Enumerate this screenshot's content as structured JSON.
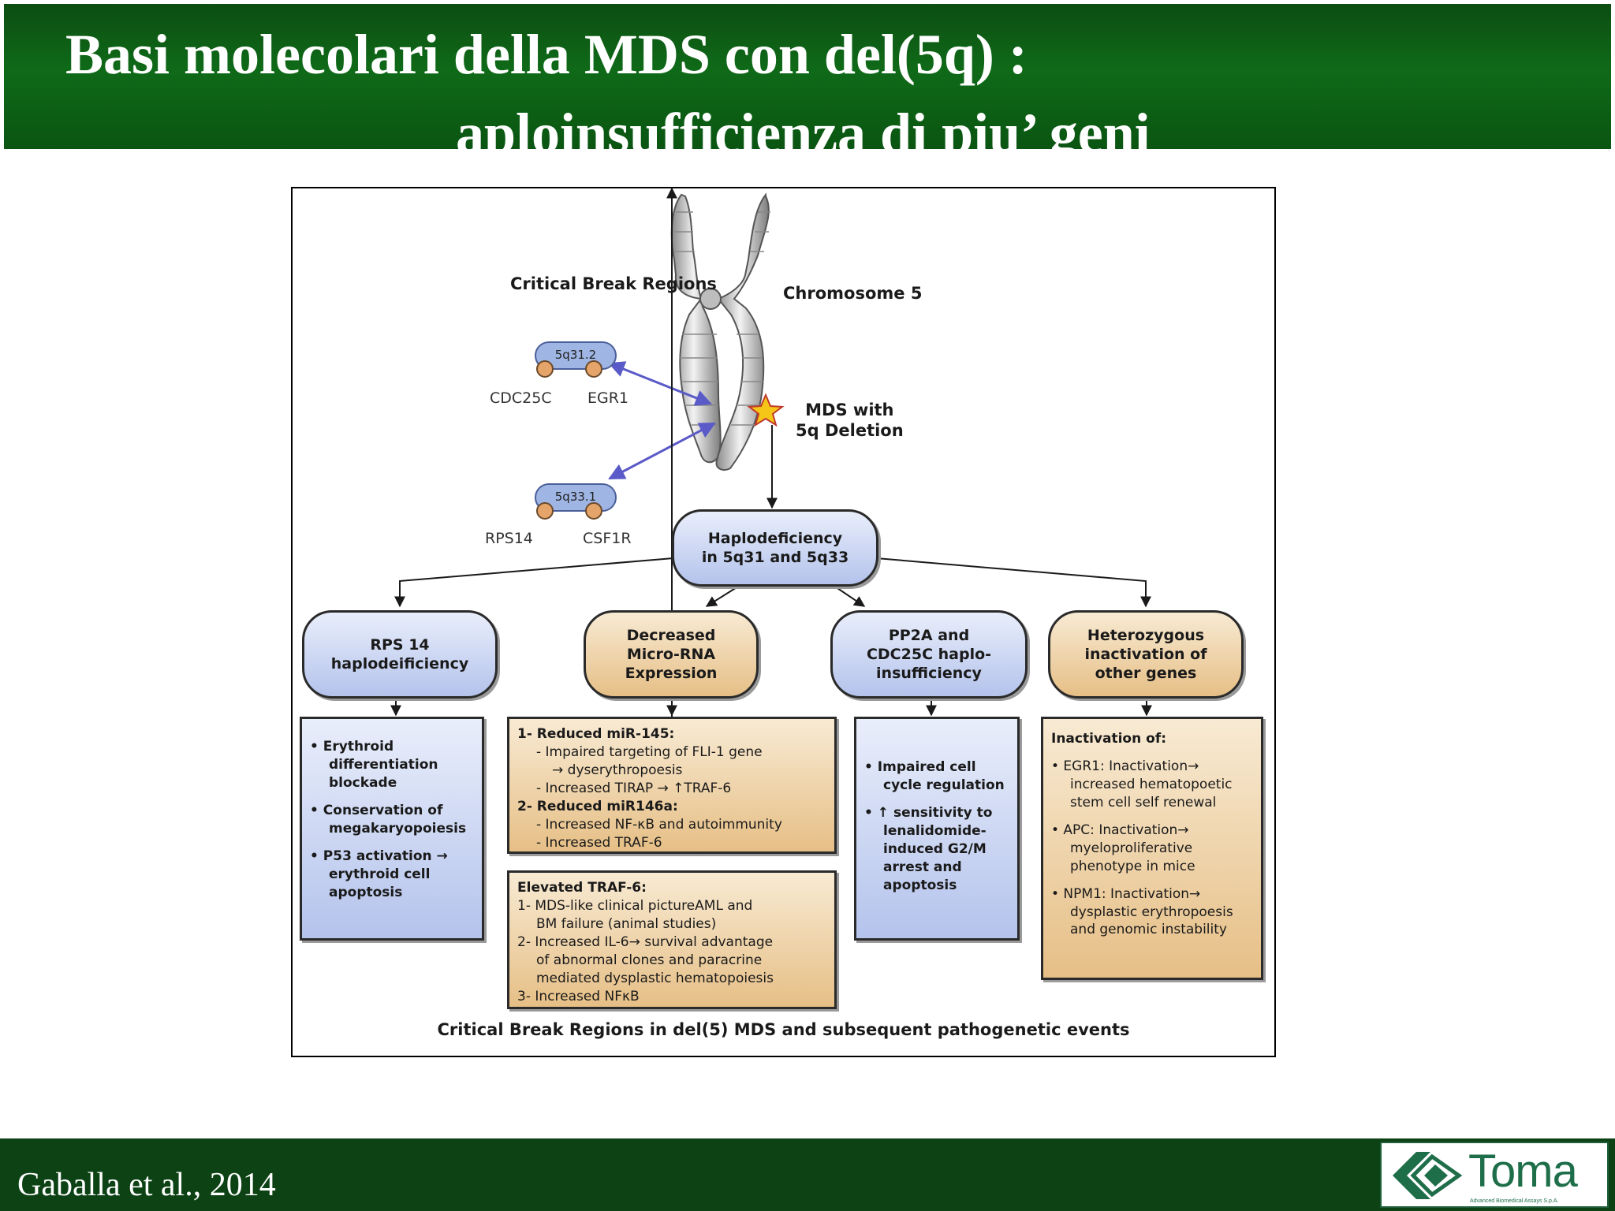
{
  "slide": {
    "title_line1": "Basi molecolari della MDS con  del(5q) :",
    "title_line2": "aploinsufficienza di piu’ geni",
    "citation": "Gaballa et al., 2014"
  },
  "logo": {
    "word": "Toma",
    "tagline": "Advanced Biomedical Assays S.p.A."
  },
  "figure": {
    "critical_break_regions": "Critical Break\nRegions",
    "chromosome_label": "Chromosome 5",
    "mds_label": "MDS with\n5q Deletion",
    "region_5q31": "5q31.2",
    "region_5q33": "5q33.1",
    "gene_cdc25c": "CDC25C",
    "gene_egr1": "EGR1",
    "gene_rps14": "RPS14",
    "gene_csf1r": "CSF1R",
    "haplodeficiency": "Haplodeficiency\nin 5q31 and 5q33",
    "rps14_pill": "RPS 14\nhaplodeificiency",
    "micro_rna_pill": "Decreased\nMicro-RNA\nExpression",
    "pp2a_pill": "PP2A and\nCDC25C haplo-\ninsufficiency",
    "hetero_pill": "Heterozygous\ninactivation of\nother genes",
    "box_rps14": {
      "l1": "• Erythroid",
      "l2": "differentiation",
      "l3": "blockade",
      "l4": "• Conservation of",
      "l5": "megakaryopoiesis",
      "l6": "• P53 activation →",
      "l7": "erythroid cell",
      "l8": "apoptosis"
    },
    "box_mir": {
      "l1": "1- Reduced miR-145:",
      "l2": "- Impaired targeting of FLI-1 gene",
      "l3": "→ dyserythropoesis",
      "l4": "- Increased TIRAP → ↑TRAF-6",
      "l5": "2- Reduced miR146a:",
      "l6": "- Increased NF-κB and autoimmunity",
      "l7": "- Increased TRAF-6"
    },
    "box_traf": {
      "l1": "Elevated TRAF-6:",
      "l2": "1- MDS-like clinical pictureAML and",
      "l3": "BM failure (animal studies)",
      "l4": "2- Increased IL-6→ survival advantage",
      "l5": "of abnormal clones and paracrine",
      "l6": "mediated dysplastic hematopoiesis",
      "l7": "3- Increased NFκB"
    },
    "box_pp2a": {
      "l1": "• Impaired cell",
      "l2": "cycle regulation",
      "l3": "• ↑ sensitivity to",
      "l4": "lenalidomide-",
      "l5": "induced G2/M",
      "l6": "arrest and",
      "l7": "apoptosis"
    },
    "box_inact": {
      "l1": "Inactivation of:",
      "l2": "• EGR1: Inactivation→",
      "l3": "increased hematopoetic",
      "l4": "stem cell self renewal",
      "l5": "• APC: Inactivation→",
      "l6": "myeloproliferative",
      "l7": "phenotype in mice",
      "l8": "• NPM1: Inactivation→",
      "l9": "dysplastic erythropoesis",
      "l10": "and genomic instability"
    },
    "caption": "Critical Break Regions in del(5) MDS and subsequent pathogenetic events"
  },
  "colors": {
    "header_green": "#0f6a18",
    "footer_green": "#0d4214",
    "pill_blue": "#b4c3ec",
    "pill_tan": "#e6bf86",
    "arrow_purple": "#5a5ac8",
    "star": "#f5c518"
  }
}
